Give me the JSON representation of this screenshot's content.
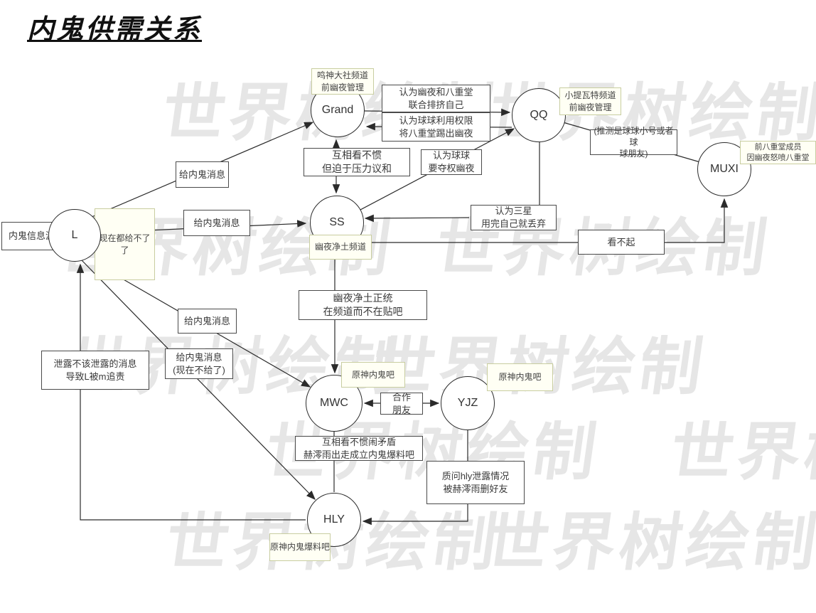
{
  "title": "内鬼供需关系",
  "watermark_text": "世界树绘制",
  "colors": {
    "tag_bg": "#fffff4",
    "tag_border": "#c8cda0",
    "line": "#2b2b2b",
    "watermark": "#e6e6e6"
  },
  "nodes": {
    "grand": "Grand",
    "qq": "QQ",
    "muxi": "MUXI",
    "ss": "SS",
    "l": "L",
    "mwc": "MWC",
    "yjz": "YJZ",
    "hly": "HLY"
  },
  "tags": {
    "grand": "鸣神大社频道\n前幽夜管理",
    "qq": "小提瓦特频道\n前幽夜管理",
    "muxi": "前八重堂成员\n因幽夜怒喷八重堂",
    "ss": "幽夜净土频道",
    "l_status": "现在都给不了了",
    "l_source": "内鬼信息源",
    "mwc": "原神内鬼吧",
    "yjz": "原神内鬼吧",
    "hly": "原神内鬼爆料吧"
  },
  "edge_labels": {
    "grand_to_qq": "认为幽夜和八重堂\n联合排挤自己",
    "qq_to_grand": "认为球球利用权限\n将八重堂踢出幽夜",
    "qq_muxi_note": "(推测是球球小号或者球\n球朋友)",
    "grand_ss": "互相看不惯\n但迫于压力议和",
    "ss_to_qq": "认为球球\n要夺权幽夜",
    "qq_to_ss": "认为三星\n用完自己就丢弃",
    "ss_to_muxi": "看不起",
    "l_to_grand": "给内鬼消息",
    "l_to_ss": "给内鬼消息",
    "l_to_mwc": "给内鬼消息",
    "l_to_hly": "给内鬼消息\n(现在不给了)",
    "hly_to_l": "泄露不该泄露的消息\n导致L被m追责",
    "ss_note": "幽夜净土正统\n在频道而不在贴吧",
    "mwc_yjz": "合作\n朋友",
    "mwc_hly": "互相看不惯闹矛盾\n赫澪雨出走成立内鬼爆料吧",
    "yjz_to_hly": "质问hly泄露情况\n被赫澪雨删好友"
  }
}
